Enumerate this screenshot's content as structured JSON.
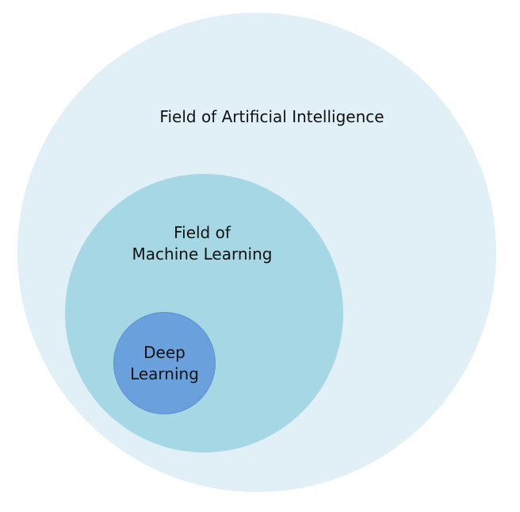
{
  "diagram": {
    "colors": {
      "outer": "#e0f0f6",
      "middle": "#a6d7e5",
      "inner": "#6aa0dc",
      "inner_border": "#5c92cf",
      "text": "#111111"
    },
    "ai": {
      "label": "Field of Artificial Intelligence"
    },
    "ml": {
      "line1": "Field of",
      "line2": "Machine Learning"
    },
    "dl": {
      "line1": "Deep",
      "line2": "Learning"
    }
  }
}
